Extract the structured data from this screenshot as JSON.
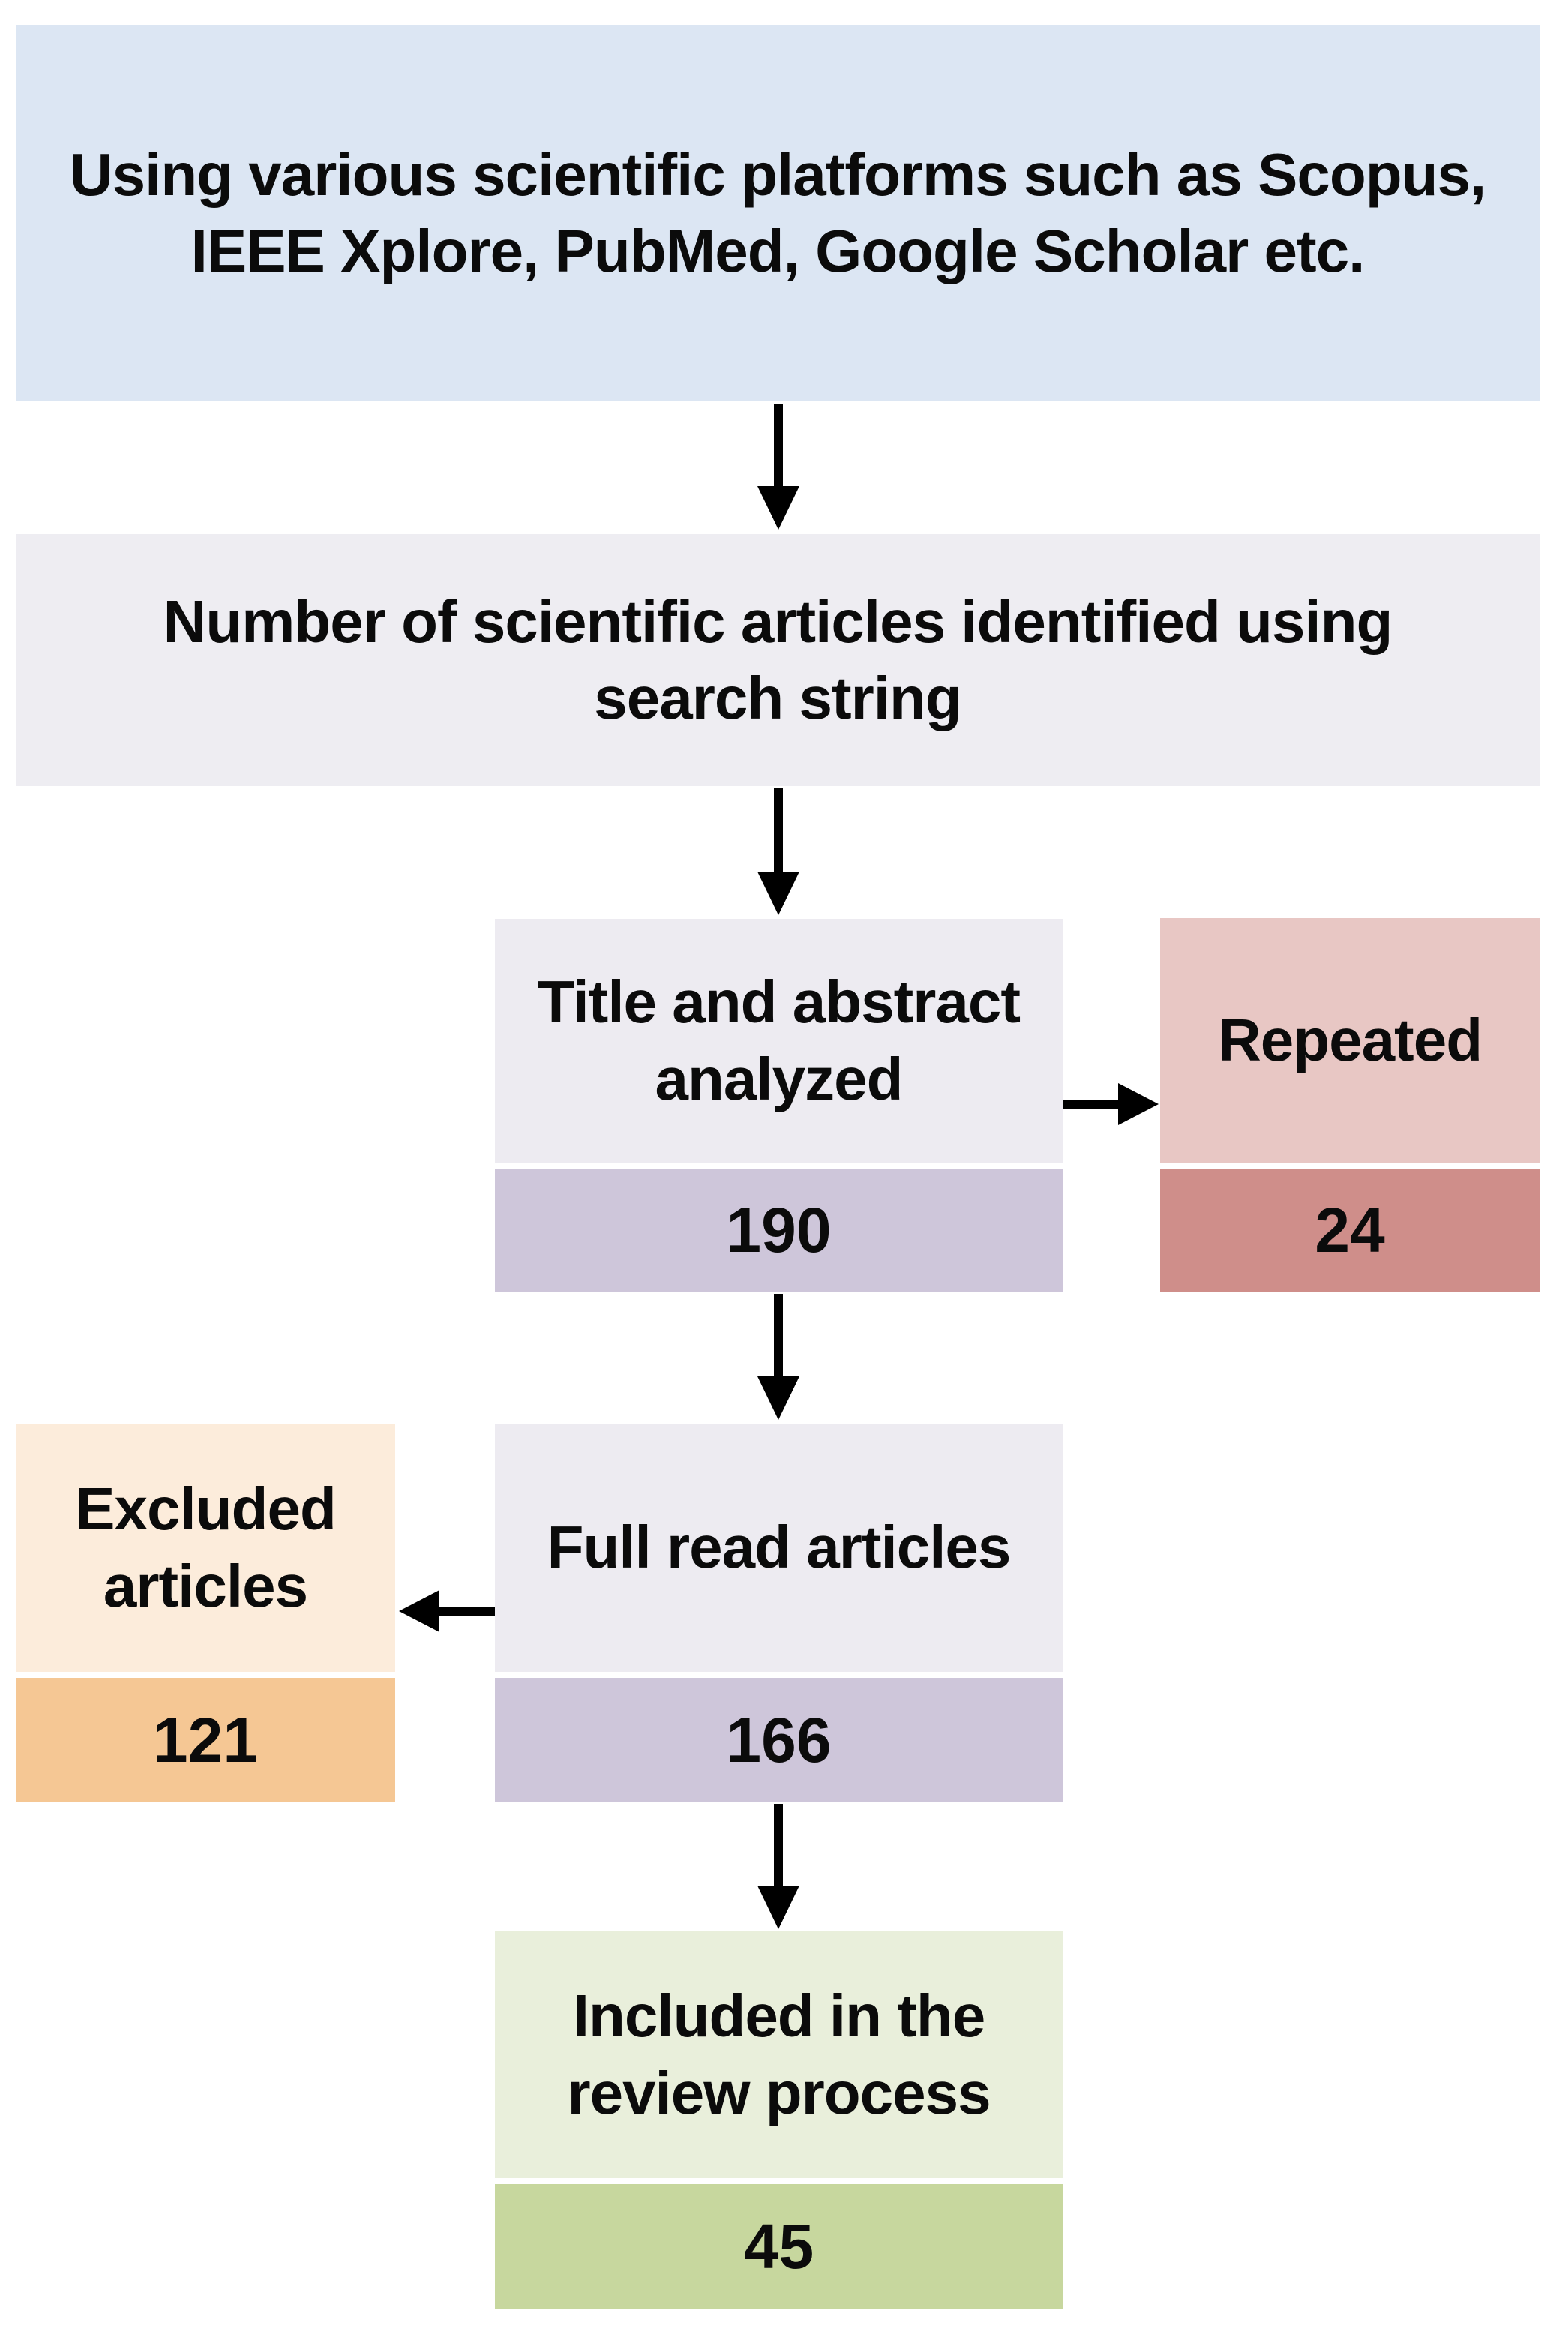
{
  "figure": {
    "type": "literature-review-flowchart",
    "flow": {
      "platforms": {
        "label": "Using various scientific platforms such as Scopus,\nIEEE Xplore, PubMed, Google Scholar etc."
      },
      "identified": {
        "label": "Number of scientific articles identified using\nsearch string"
      },
      "title_abstract": {
        "label": "Title and abstract\nanalyzed",
        "value": "190"
      },
      "repeated": {
        "label": "Repeated",
        "value": "24"
      },
      "full_read": {
        "label": "Full read articles",
        "value": "166"
      },
      "excluded": {
        "label": "Excluded\narticles",
        "value": "121"
      },
      "included": {
        "label": "Included in the\nreview process",
        "value": "45"
      }
    },
    "colors": {
      "box_blue": "#dce6f3",
      "box_gray": "#eeedf2",
      "lavender_light": "#edebf1",
      "lavender_dark": "#cec6da",
      "pink_light": "#e8c7c4",
      "pink_dark": "#cf8e8a",
      "peach_light": "#fcecdb",
      "peach_dark": "#f5c794",
      "green_light": "#e9efdb",
      "green_dark": "#c7d79e",
      "arrow": "#000000",
      "text": "#0b0b0b"
    }
  }
}
